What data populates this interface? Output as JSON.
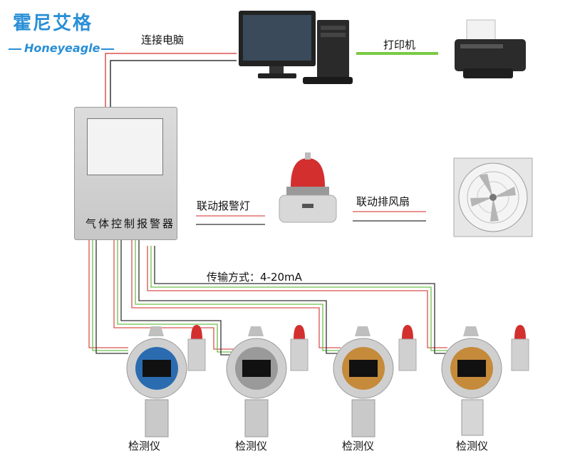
{
  "brand": {
    "name_cn": "霍尼艾格",
    "name_en": "Honeyeagle"
  },
  "labels": {
    "computer": "连接电脑",
    "printer": "打印机",
    "alarm_light": "联动报警灯",
    "exhaust_fan": "联动排风扇",
    "transmission": "传输方式：4-20mA",
    "controller": "气体控制报警器",
    "detectors": [
      "检测仪",
      "检测仪",
      "检测仪",
      "检测仪"
    ]
  },
  "colors": {
    "brand": "#2a8fd6",
    "printer_link": "#7ac943",
    "wire_red": "#d9534f",
    "wire_green": "#6cc04a",
    "wire_dark": "#333333"
  },
  "icons": {
    "computer": "computer-icon",
    "printer": "printer-icon",
    "controller": "controller-cabinet-icon",
    "alarm_light": "alarm-light-icon",
    "fan": "exhaust-fan-icon",
    "detector": "gas-detector-icon"
  }
}
